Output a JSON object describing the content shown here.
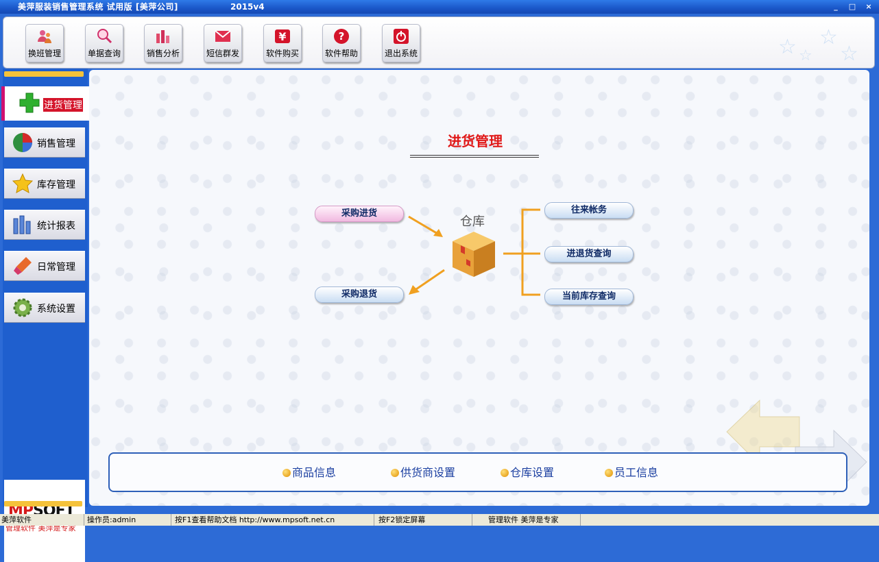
{
  "window": {
    "title": "美萍服装销售管理系统 试用版 [美萍公司]",
    "version": "2015v4",
    "controls": [
      "_",
      "□",
      "×"
    ]
  },
  "toolbar": {
    "buttons": [
      {
        "label": "换班管理",
        "icon": "user-switch-icon"
      },
      {
        "label": "单据查询",
        "icon": "magnifier-icon"
      },
      {
        "label": "销售分析",
        "icon": "bar-chart-icon"
      },
      {
        "label": "短信群发",
        "icon": "envelope-icon"
      },
      {
        "label": "软件购买",
        "icon": "yen-icon"
      },
      {
        "label": "软件帮助",
        "icon": "help-icon"
      },
      {
        "label": "退出系统",
        "icon": "power-icon"
      }
    ]
  },
  "sidebar": {
    "active": {
      "label": "进货管理",
      "icon": "plus-icon"
    },
    "items": [
      {
        "label": "销售管理",
        "icon": "pie-chart-icon"
      },
      {
        "label": "库存管理",
        "icon": "star-icon"
      },
      {
        "label": "统计报表",
        "icon": "bar-report-icon"
      },
      {
        "label": "日常管理",
        "icon": "brush-icon"
      },
      {
        "label": "系统设置",
        "icon": "gear-icon"
      }
    ],
    "logo": {
      "mp": "MP",
      "soft": "SOFT",
      "slogan": "管理软件 美萍是专家"
    }
  },
  "main": {
    "title": "进货管理",
    "warehouse_label": "仓库",
    "left_actions": [
      "采购进货",
      "采购退货"
    ],
    "right_actions": [
      "往来帐务",
      "进退货查询",
      "当前库存查询"
    ],
    "bottom_links": [
      "商品信息",
      "供货商设置",
      "仓库设置",
      "员工信息"
    ]
  },
  "status": {
    "cells": [
      "美萍软件",
      "操作员:admin",
      "按F1查看帮助文档  http://www.mpsoft.net.cn",
      "按F2锁定屏幕",
      "管理软件 美萍是专家"
    ]
  },
  "colors": {
    "accent": "#e01818",
    "titlebar": "#1a56c8",
    "sidebar": "#1f5fce",
    "stripe": "#f5c23a"
  }
}
